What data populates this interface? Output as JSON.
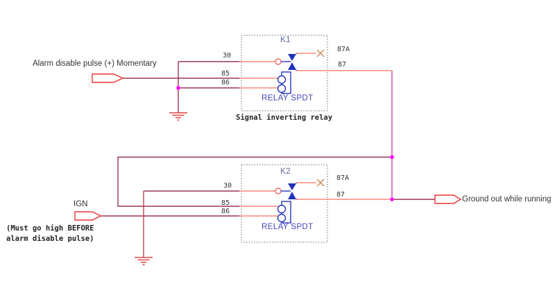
{
  "diagram": {
    "inputs": {
      "alarm": {
        "label": "Alarm disable pulse (+) Momentary"
      },
      "ign": {
        "label": "IGN",
        "note_line1": "(Must go high BEFORE",
        "note_line2": "alarm disable pulse)"
      }
    },
    "output": {
      "label": "Ground out while running"
    },
    "relays": {
      "k1": {
        "ref": "K1",
        "type": "RELAY SPDT",
        "caption": "Signal inverting relay",
        "pins": {
          "p30": "30",
          "p85": "85",
          "p86": "86",
          "p87": "87",
          "p87a": "87A"
        }
      },
      "k2": {
        "ref": "K2",
        "type": "RELAY SPDT",
        "pins": {
          "p30": "30",
          "p85": "85",
          "p86": "86",
          "p87": "87",
          "p87a": "87A"
        }
      }
    },
    "colors": {
      "wire_routing": "#9a3350",
      "wire_stub": "#ff8878",
      "wire_net_magenta": "#cc4499",
      "wire_ground_net": "#c04050",
      "junction_dot": "#ff00ff",
      "component_blue": "#2233bb",
      "terminal_circle": "#ee6666",
      "no_connect_x": "#cc8855",
      "ground_red": "#dd4444",
      "arrow_red": "#ee3333",
      "box_dash": "#666666",
      "label_blue": "#4444bb",
      "ref_blue_gray": "#5f6a9e",
      "text_dark": "#333333"
    }
  }
}
